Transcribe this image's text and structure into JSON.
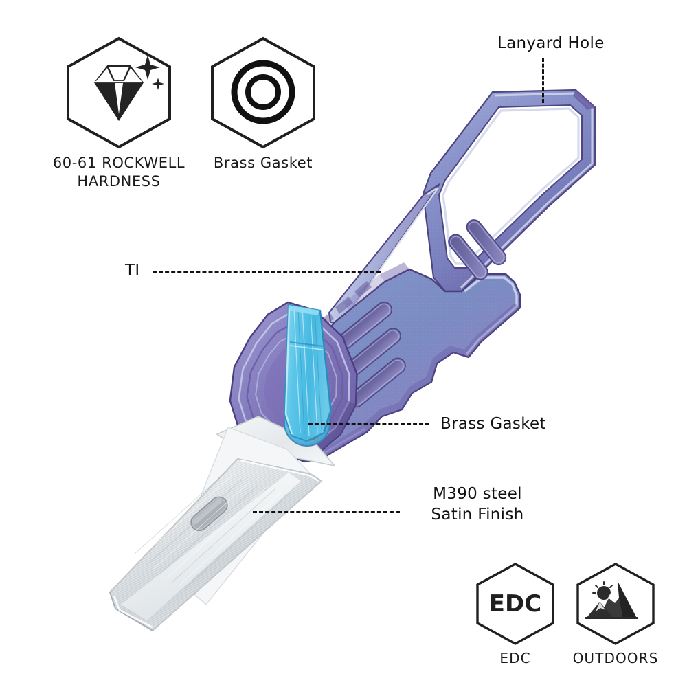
{
  "page": {
    "title": "Titanium EDC Folding Utility Knife Feature Infographic",
    "background": "#ffffff"
  },
  "colors": {
    "ink": "#111111",
    "titanium_blue": "#7d8ec4",
    "titanium_purple": "#8b84c0",
    "titanium_deep_purple": "#6f5fa6",
    "clip_cyan": "#5bc5e8",
    "blade_satin": "#d9dde0",
    "blade_highlight": "#f2f4f5",
    "pivot_steel": "#9aa0a6"
  },
  "feature_badges": [
    {
      "id": "rockwell-hardness",
      "icon": "diamond-icon",
      "label": "60-61 ROCKWELL\nHARDNESS"
    },
    {
      "id": "brass-gasket",
      "icon": "washer-icon",
      "label": "Brass Gasket"
    },
    {
      "id": "edc",
      "icon": "edc-text-icon",
      "icon_text": "EDC",
      "label": "EDC"
    },
    {
      "id": "outdoors",
      "icon": "mountain-sun-icon",
      "label": "OUTDOORS"
    }
  ],
  "callouts": [
    {
      "id": "lanyard-hole",
      "label": "Lanyard Hole",
      "leader": "vertical"
    },
    {
      "id": "titanium",
      "label": "TI",
      "leader": "horizontal"
    },
    {
      "id": "brass-gasket-pivot",
      "label": "Brass Gasket",
      "leader": "horizontal"
    },
    {
      "id": "blade-steel",
      "label": "M390 steel\nSatin Finish",
      "leader": "horizontal"
    }
  ],
  "product": {
    "name": "titanium-folding-utility-knife",
    "parts": [
      "carabiner-lanyard-loop",
      "titanium-handle-scale",
      "jimping-notches",
      "milled-oval-slots",
      "pocket-clip",
      "pivot-screw",
      "satin-blade"
    ]
  }
}
